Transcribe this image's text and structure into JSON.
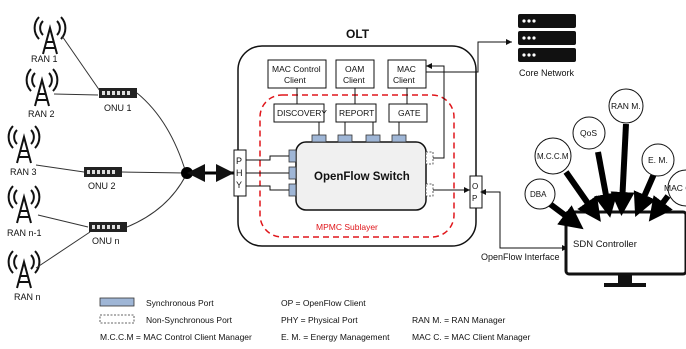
{
  "olt": {
    "title": "OLT"
  },
  "mac_control_client": {
    "line1": "MAC Control",
    "line2": "Client"
  },
  "oam_client": {
    "line1": "OAM",
    "line2": "Client"
  },
  "mac_client": {
    "line1": "MAC",
    "line2": "Client"
  },
  "discovery": "DISCOVERY",
  "report": "REPORT",
  "gate": "GATE",
  "openflow_switch": "OpenFlow Switch",
  "mpmc_sublayer": "MPMC Sublayer",
  "phy": {
    "p": "P",
    "h": "H",
    "y": "Y"
  },
  "op": {
    "o": "O",
    "p": "P"
  },
  "core_network": "Core Network",
  "openflow_interface": "OpenFlow Interface",
  "sdn_controller": "SDN Controller",
  "apps": {
    "dba": "DBA",
    "mccm": "M.C.C.M",
    "qos": "QoS",
    "ranm_line1": "RAN M.",
    "em": "E. M.",
    "macc": "MAC C."
  },
  "rans": [
    "RAN 1",
    "RAN 2",
    "RAN 3",
    "RAN n-1",
    "RAN n"
  ],
  "onus": [
    "ONU 1",
    "ONU 2",
    "ONU n"
  ],
  "legend": {
    "sync_port": "Synchronous Port",
    "non_sync_port": "Non-Synchronous Port",
    "mccm_def": "M.C.C.M = MAC Control Client Manager",
    "op_def": "OP = OpenFlow Client",
    "phy_def": "PHY = Physical Port",
    "em_def": "E. M. = Energy Management",
    "ranm_def": "RAN M. = RAN Manager",
    "macc_def": "MAC C. = MAC Client Manager"
  },
  "colors": {
    "sync_port": "#9fb6d6",
    "mpmc_dashed": "#e0161b",
    "switch_fill": "#f0f0f0"
  }
}
